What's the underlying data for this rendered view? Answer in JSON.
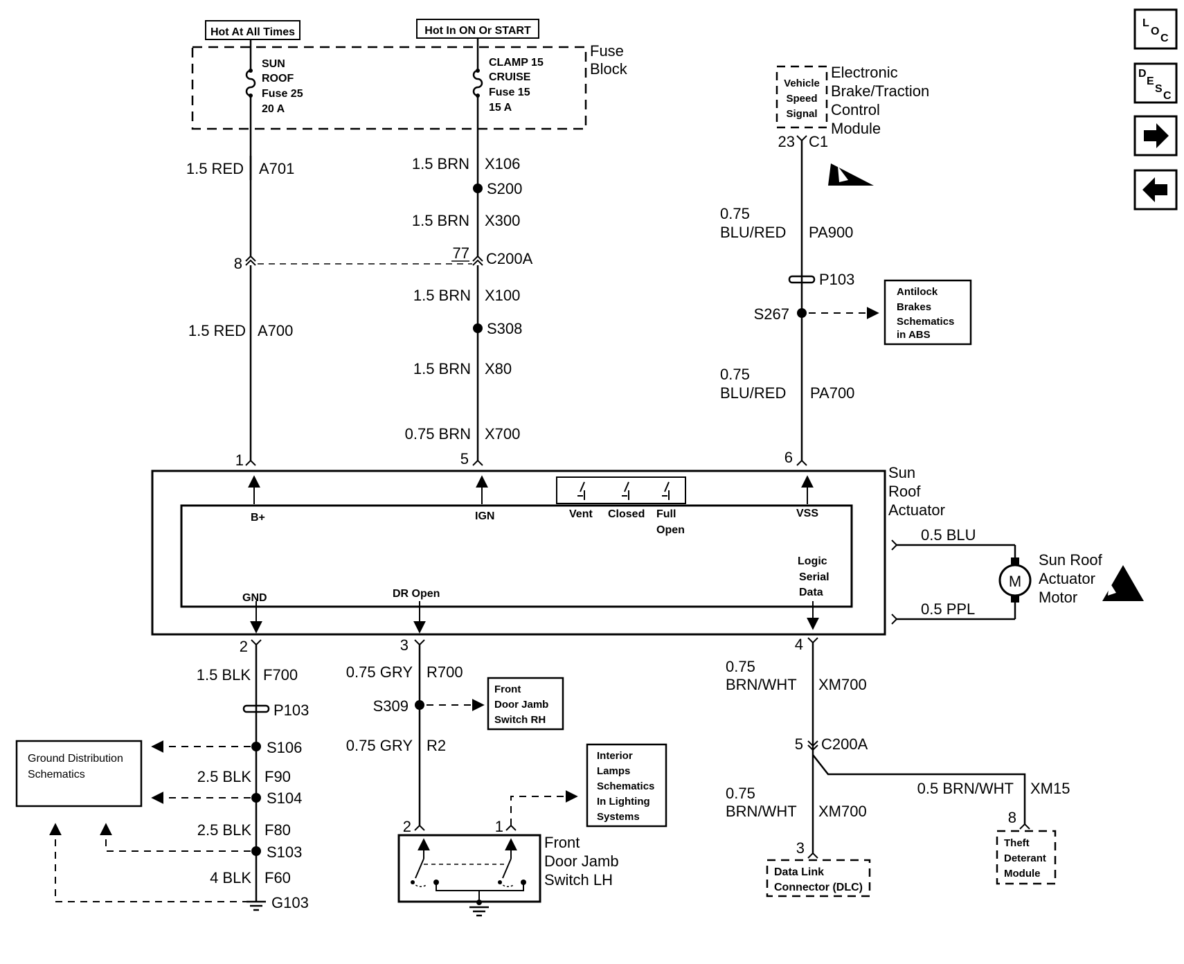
{
  "power": {
    "hot_at_all_times": "Hot At All Times",
    "hot_in_on_start": "Hot In ON Or START"
  },
  "fuse_block": {
    "title_line1": "Fuse",
    "title_line2": "Block",
    "fuse1": [
      "SUN",
      "ROOF",
      "Fuse 25",
      "20 A"
    ],
    "fuse2": [
      "CLAMP 15",
      "CRUISE",
      "Fuse 15",
      "15 A"
    ]
  },
  "left_wires": {
    "a701_gauge": "1.5 RED",
    "a701_circuit": "A701",
    "c200a_pin_left": "8",
    "a700_gauge": "1.5 RED",
    "a700_circuit": "A700",
    "pin1": "1"
  },
  "mid_wires": {
    "x106_gauge": "1.5 BRN",
    "x106_circuit": "X106",
    "s200": "S200",
    "x300_gauge": "1.5 BRN",
    "x300_circuit": "X300",
    "c200a_pin": "77",
    "c200a": "C200A",
    "x100_gauge": "1.5 BRN",
    "x100_circuit": "X100",
    "s308": "S308",
    "x80_gauge": "1.5 BRN",
    "x80_circuit": "X80",
    "x700_gauge": "0.75 BRN",
    "x700_circuit": "X700",
    "pin5": "5"
  },
  "ebtcm": {
    "signal": [
      "Vehicle",
      "Speed",
      "Signal"
    ],
    "name": [
      "Electronic",
      "Brake/Traction",
      "Control",
      "Module"
    ],
    "pin": "23",
    "connector": "C1"
  },
  "right_wires": {
    "pa900_gauge1": "0.75",
    "pa900_gauge2": "BLU/RED",
    "pa900_circuit": "PA900",
    "p103": "P103",
    "s267": "S267",
    "abs_ref": [
      "Antilock",
      "Brakes",
      "Schematics",
      "in ABS"
    ],
    "pa700_gauge1": "0.75",
    "pa700_gauge2": "BLU/RED",
    "pa700_circuit": "PA700",
    "pin6": "6"
  },
  "actuator": {
    "name": [
      "Sun",
      "Roof",
      "Actuator"
    ],
    "b_plus": "B+",
    "ign": "IGN",
    "switches": [
      "Vent",
      "Closed",
      "Full",
      "Open"
    ],
    "vss": "VSS",
    "gnd": "GND",
    "dr_open": "DR Open",
    "logic": [
      "Logic",
      "Serial",
      "Data"
    ]
  },
  "motor": {
    "blu": "0.5 BLU",
    "ppl": "0.5 PPL",
    "symbol": "M",
    "name": [
      "Sun Roof",
      "Actuator",
      "Motor"
    ]
  },
  "ground_side": {
    "pin2": "2",
    "f700_gauge": "1.5 BLK",
    "f700_circuit": "F700",
    "p103": "P103",
    "s106": "S106",
    "f90_gauge": "2.5 BLK",
    "f90_circuit": "F90",
    "s104": "S104",
    "f80_gauge": "2.5 BLK",
    "f80_circuit": "F80",
    "s103": "S103",
    "f60_gauge": "4 BLK",
    "f60_circuit": "F60",
    "g103": "G103",
    "ground_ref": [
      "Ground Distribution",
      "Schematics"
    ]
  },
  "door_side": {
    "pin3": "3",
    "r700_gauge": "0.75 GRY",
    "r700_circuit": "R700",
    "s309": "S309",
    "rh_ref": [
      "Front",
      "Door Jamb",
      "Switch RH"
    ],
    "r2_gauge": "0.75 GRY",
    "r2_circuit": "R2",
    "lamps_ref": [
      "Interior",
      "Lamps",
      "Schematics",
      "In Lighting",
      "Systems"
    ],
    "pin2": "2",
    "pin1": "1",
    "lh_name": [
      "Front",
      "Door Jamb",
      "Switch LH"
    ]
  },
  "data_side": {
    "pin4": "4",
    "xm700_gauge1": "0.75",
    "xm700_gauge2": "BRN/WHT",
    "xm700_circuit": "XM700",
    "c200a_pin": "5",
    "c200a": "C200A",
    "xm15_gauge": "0.5 BRN/WHT",
    "xm15_circuit": "XM15",
    "xm700b_gauge1": "0.75",
    "xm700b_gauge2": "BRN/WHT",
    "xm700b_circuit": "XM700",
    "dlc_pin": "3",
    "dlc": [
      "Data Link",
      "Connector (DLC)"
    ],
    "theft_pin": "8",
    "theft": [
      "Theft",
      "Deterant",
      "Module"
    ]
  },
  "nav": {
    "loc": [
      "L",
      "O",
      "C"
    ],
    "desc": [
      "D",
      "E",
      "S",
      "C"
    ]
  }
}
